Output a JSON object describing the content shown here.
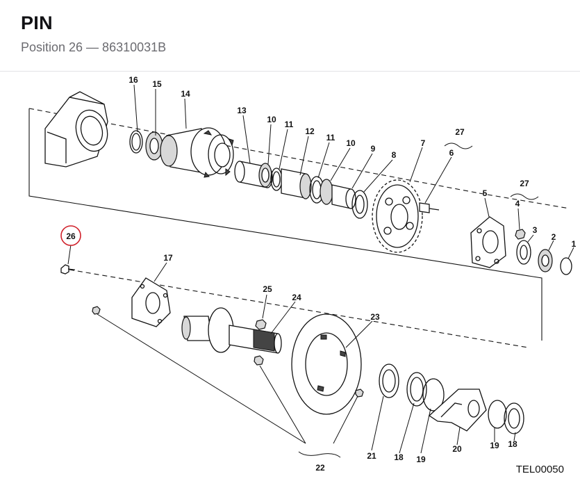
{
  "header": {
    "title": "PIN",
    "subtitle": "Position 26 — 86310031B"
  },
  "diagram": {
    "highlighted_callout": "26",
    "highlight_color": "#d0202a",
    "reference_code": "TEL00050",
    "callouts": {
      "c1": "1",
      "c2": "2",
      "c3": "3",
      "c4": "4",
      "c5": "5",
      "c6": "6",
      "c7": "7",
      "c8": "8",
      "c9": "9",
      "c10a": "10",
      "c10b": "10",
      "c11a": "11",
      "c11b": "11",
      "c12": "12",
      "c13": "13",
      "c14": "14",
      "c15": "15",
      "c16": "16",
      "c17": "17",
      "c18a": "18",
      "c18b": "18",
      "c19a": "19",
      "c19b": "19",
      "c20": "20",
      "c21": "21",
      "c22": "22",
      "c23": "23",
      "c24": "24",
      "c25": "25",
      "c26": "26",
      "c27a": "27",
      "c27b": "27"
    }
  }
}
